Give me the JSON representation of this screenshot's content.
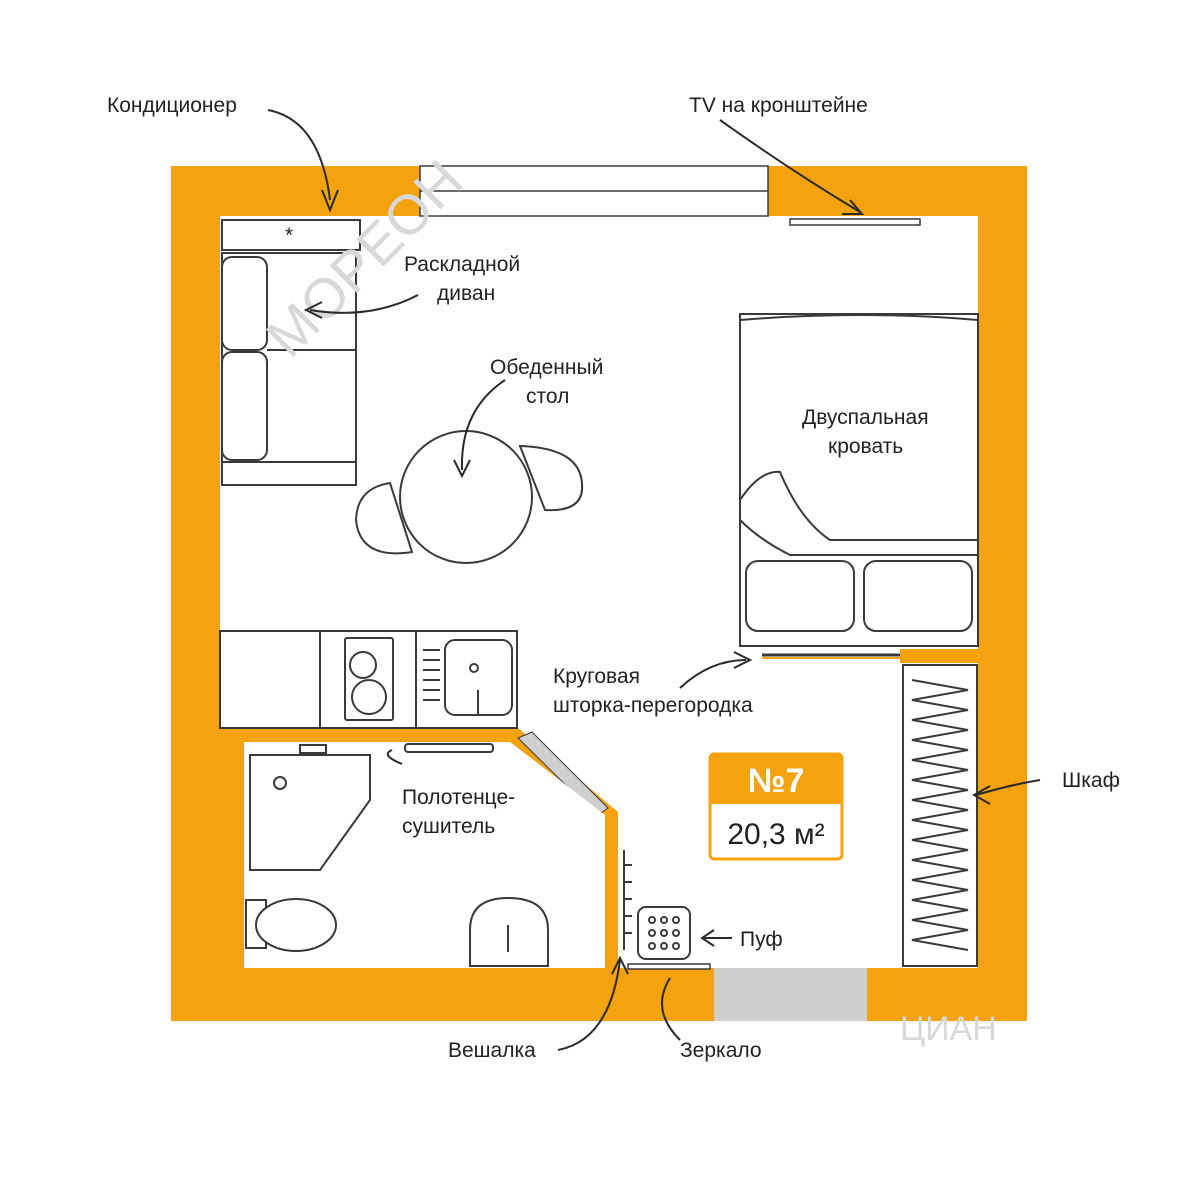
{
  "colors": {
    "wall": "#F5A20F",
    "floor": "#FFFFFF",
    "window": "#FFFFFF",
    "door": "#CFCFCF",
    "badge": "#F5A20F",
    "outline": "#3A3A3A"
  },
  "labels": {
    "air_conditioner": "Кондиционер",
    "tv": "TV на кронштейне",
    "sofa_line1": "Раскладной",
    "sofa_line2": "диван",
    "table_line1": "Обеденный",
    "table_line2": "стол",
    "bed_line1": "Двуспальная",
    "bed_line2": "кровать",
    "curtain_line1": "Круговая",
    "curtain_line2": "шторка-перегородка",
    "towel_line1": "Полотенце-",
    "towel_line2": "сушитель",
    "wardrobe": "Шкаф",
    "pouf": "Пуф",
    "hanger": "Вешалка",
    "mirror": "Зеркало"
  },
  "badge": {
    "number": "№7",
    "area": "20,3 м²"
  },
  "watermarks": {
    "developer": "МОРЕОН",
    "site": "ЦИАН"
  },
  "icons": {
    "air_conditioner_mark": "*"
  }
}
